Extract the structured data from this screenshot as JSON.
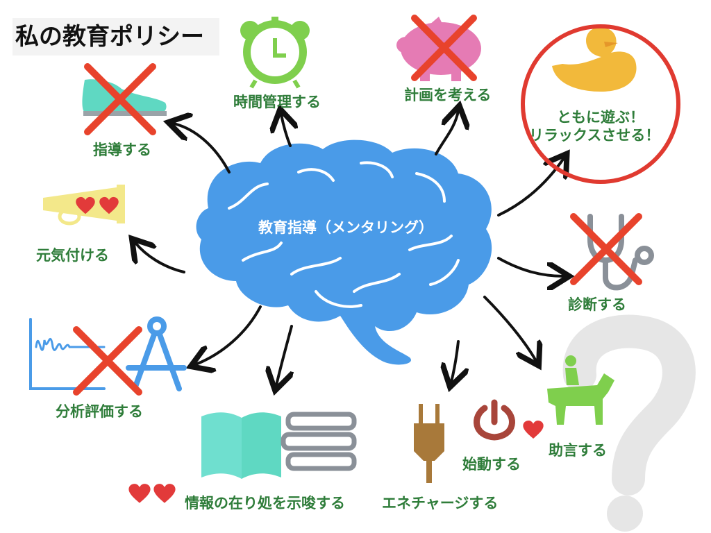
{
  "title": "私の教育ポリシー",
  "center": "教育指導（メンタリング）",
  "items": {
    "time": "時間管理する",
    "plan": "計画を考える",
    "relax_line1": "ともに遊ぶ！",
    "relax_line2": "リラックスさせる！",
    "teach": "指導する",
    "cheer": "元気付ける",
    "diagnose": "診断する",
    "analyze": "分析評価する",
    "inform": "情報の在り処を示唆する",
    "energy": "エネチャージする",
    "start": "始動する",
    "advise": "助言する"
  },
  "icons": [
    "brain-icon",
    "clock-icon",
    "piggy-bank-icon",
    "duck-icon",
    "sneaker-icon",
    "megaphone-icon",
    "stethoscope-icon",
    "waveform-chart-icon",
    "compass-icon",
    "books-icon",
    "plug-icon",
    "power-icon",
    "horse-rider-icon",
    "question-mark-icon",
    "heart-icon",
    "cross-mark-icon"
  ],
  "colors": {
    "label": "#2f7d3a",
    "brain": "#4a9be8",
    "cross": "#e8432c",
    "circle": "#e03a30",
    "heart": "#e23a3a"
  }
}
